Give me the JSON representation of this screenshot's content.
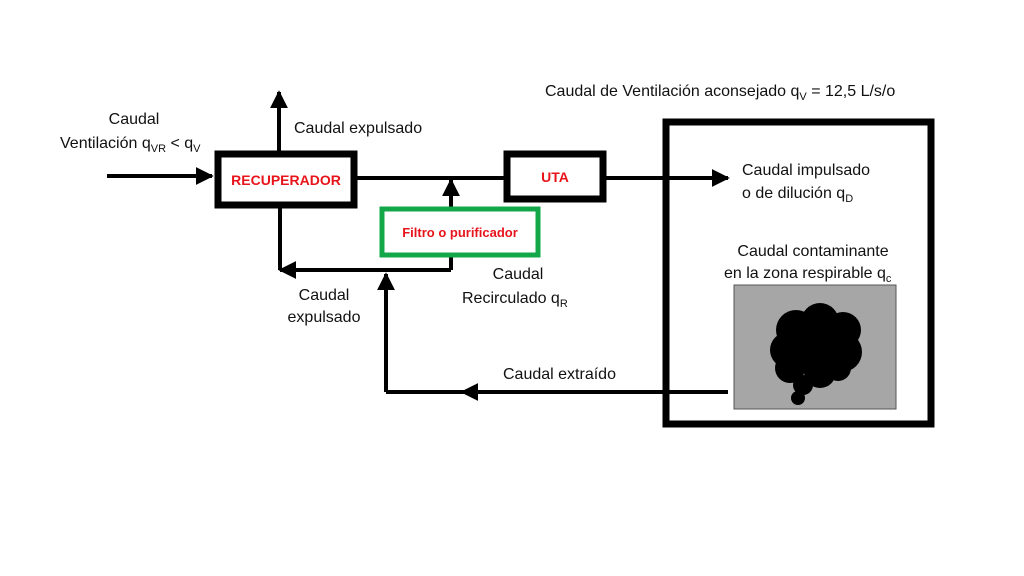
{
  "colors": {
    "line": "#000000",
    "box_label": "#e8141b",
    "filter_border": "#12a84a",
    "contaminant_bg": "#a6a6a6",
    "plume": "#000000"
  },
  "icons": {
    "plume": "contaminant-plume-icon"
  },
  "boxes": {
    "recuperador": "RECUPERADOR",
    "uta": "UTA",
    "filtro": "Filtro o purificador"
  },
  "labels": {
    "recommended_rate": {
      "main": "Caudal de Ventilación aconsejado q",
      "sub": "V",
      "tail": " = 12,5 L/s/o"
    },
    "vent_inflow": {
      "line1": "Caudal",
      "line2_a": "Ventilación q",
      "line2_sub1": "VR",
      "line2_b": " < q",
      "line2_sub2": "V"
    },
    "expelled_top": "Caudal expulsado",
    "expelled_bottom": {
      "line1": "Caudal",
      "line2": "expulsado"
    },
    "recirculated": {
      "line1": "Caudal",
      "line2": "Recirculado q",
      "line2_sub": "R"
    },
    "supplied": {
      "line1": "Caudal impulsado",
      "line2": "o de dilución q",
      "line2_sub": "D"
    },
    "contaminant": {
      "line1": "Caudal contaminante",
      "line2": "en la zona respirable q",
      "line2_sub": "c"
    },
    "extracted": "Caudal extraído"
  }
}
